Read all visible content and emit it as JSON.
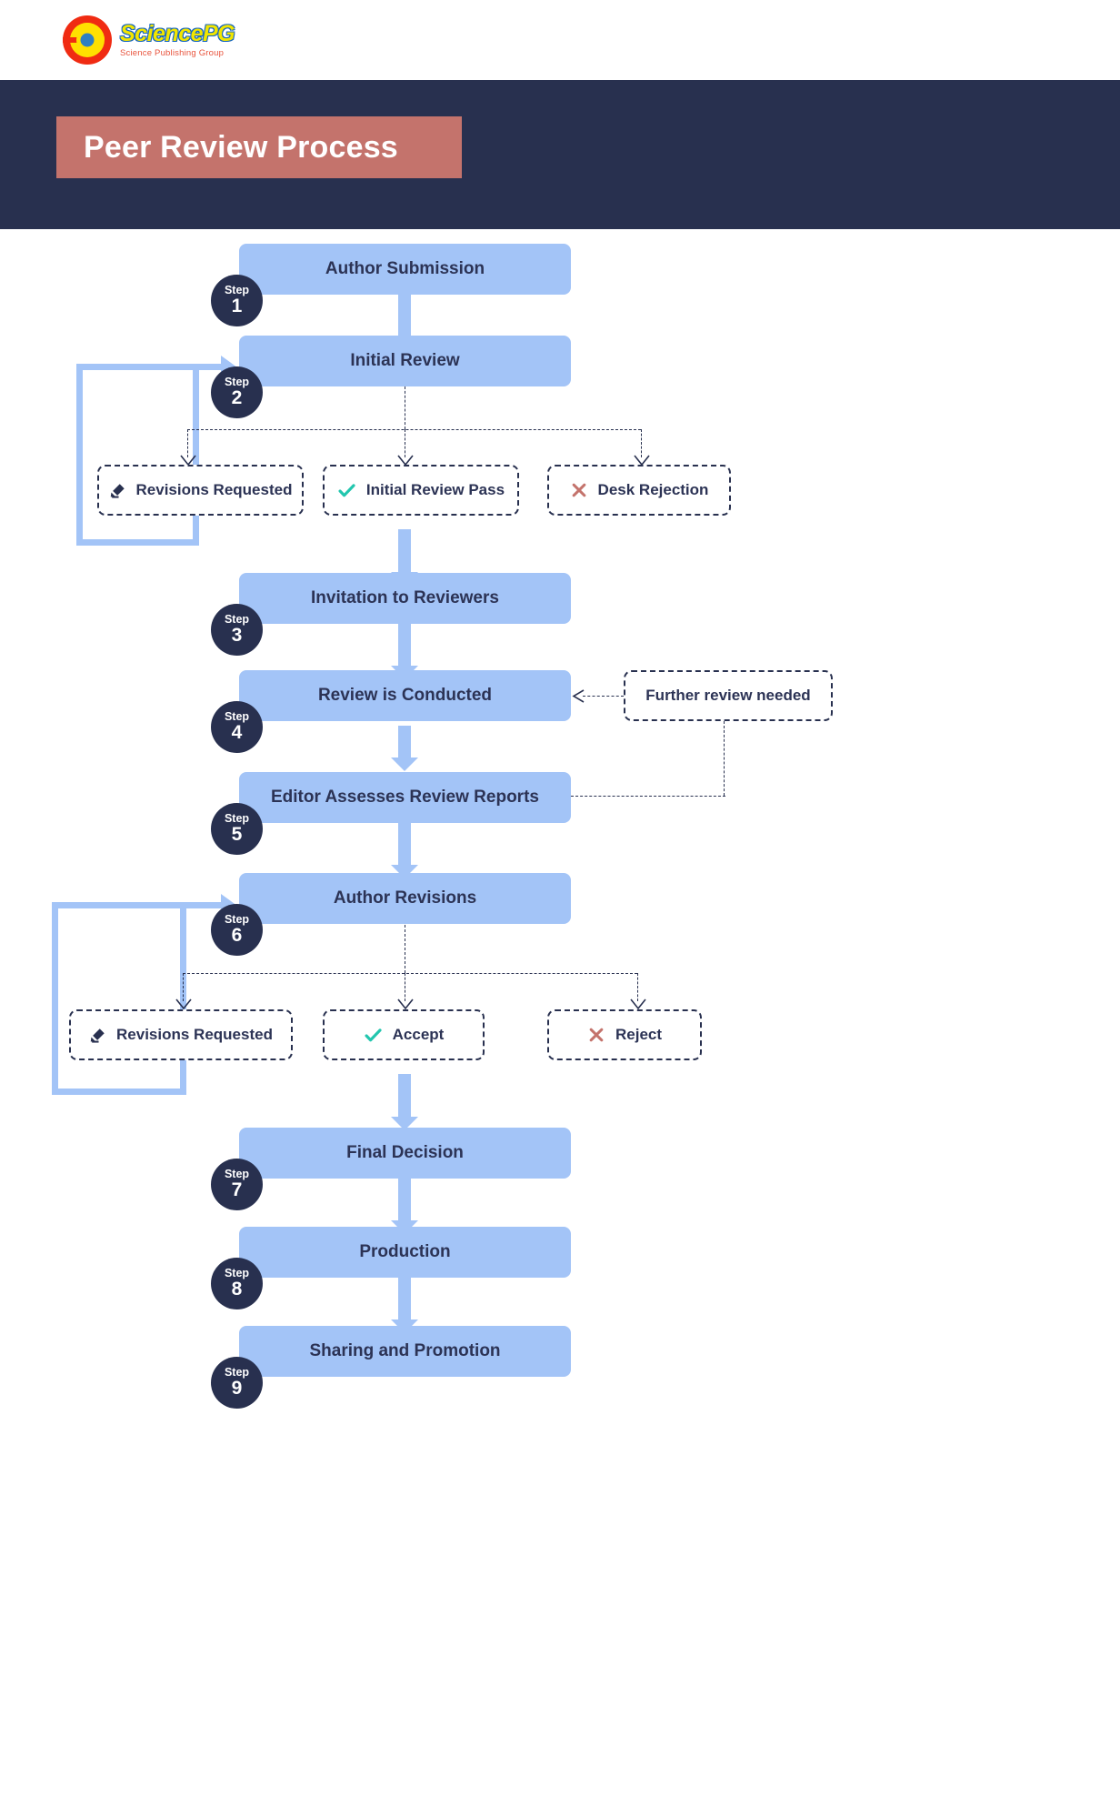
{
  "header": {
    "logo": {
      "icon_name": "sciencepg-logo-icon",
      "title": "SciencePG",
      "subtitle": "Science Publishing Group"
    }
  },
  "banner": {
    "title": "Peer Review Process",
    "background_color": "#28304f",
    "title_box_color": "#c4736c"
  },
  "colors": {
    "step_box": "#a3c4f7",
    "badge": "#28304f",
    "text": "#2c3355",
    "accept": "#22c6ae",
    "reject": "#c4736c",
    "edit": "#28304f"
  },
  "flow": {
    "steps": [
      {
        "badge_label": "Step",
        "number": "1",
        "label": "Author Submission"
      },
      {
        "badge_label": "Step",
        "number": "2",
        "label": "Initial Review"
      },
      {
        "badge_label": "Step",
        "number": "3",
        "label": "Invitation to Reviewers"
      },
      {
        "badge_label": "Step",
        "number": "4",
        "label": "Review is Conducted"
      },
      {
        "badge_label": "Step",
        "number": "5",
        "label": "Editor Assesses Review Reports"
      },
      {
        "badge_label": "Step",
        "number": "6",
        "label": "Author Revisions"
      },
      {
        "badge_label": "Step",
        "number": "7",
        "label": "Final Decision"
      },
      {
        "badge_label": "Step",
        "number": "8",
        "label": "Production"
      },
      {
        "badge_label": "Step",
        "number": "9",
        "label": "Sharing and Promotion"
      }
    ],
    "branch_group_1": [
      {
        "label": "Revisions Requested",
        "icon": "pencil-icon"
      },
      {
        "label": "Initial Review Pass",
        "icon": "check-icon"
      },
      {
        "label": "Desk Rejection",
        "icon": "cross-icon"
      }
    ],
    "branch_group_2": [
      {
        "label": "Revisions Requested",
        "icon": "pencil-icon"
      },
      {
        "label": "Accept",
        "icon": "check-icon"
      },
      {
        "label": "Reject",
        "icon": "cross-icon"
      }
    ],
    "side_note": {
      "label": "Further review needed"
    }
  }
}
